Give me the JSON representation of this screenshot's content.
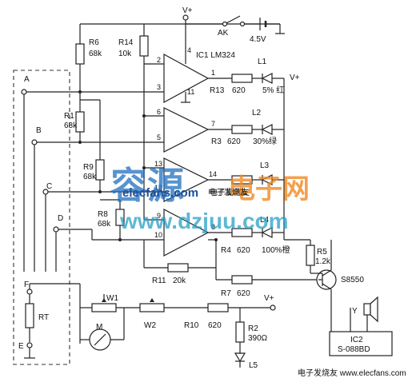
{
  "labels": {
    "vplus_top": "V+",
    "switch": "AK",
    "battery": "4.5V",
    "r6": "R6",
    "r6_val": "68k",
    "r14": "R14",
    "r14_val": "10k",
    "ic1": "IC1 LM324",
    "pin4": "4",
    "pin11": "11",
    "pin2": "2",
    "pin3": "3",
    "pin1": "1",
    "pin6": "6",
    "pin5": "5",
    "pin7": "7",
    "pin13": "13",
    "pin12": "12",
    "pin14": "14",
    "pin9": "9",
    "pin10": "10",
    "pin8": "8",
    "r13": "R13",
    "r13_val": "620",
    "l1": "L1",
    "l1_desc": "5% 红",
    "vout": "V+",
    "l2": "L2",
    "r3": "R3",
    "r3_val": "620",
    "l2_desc": "30%绿",
    "r1": "R1",
    "r1_val": "68k",
    "r9": "R9",
    "r9_val": "68k",
    "l3": "L3",
    "l3_desc": "电子发烧友",
    "r8": "R8",
    "r8_val": "68k",
    "l4": "L4",
    "r4": "R4",
    "r4_val": "620",
    "l4_desc": "100%橙",
    "r5": "R5",
    "r5_val": "1.2k",
    "r11": "R11",
    "r11_val": "20k",
    "s8550": "S8550",
    "r7": "R7",
    "r7_val": "620",
    "pa": "A",
    "pb": "B",
    "pc": "C",
    "pd": "D",
    "pf": "F",
    "pe": "E",
    "rt": "RT",
    "w1": "W1",
    "meter": "M",
    "w2": "W2",
    "r10": "R10",
    "r10_val": "620",
    "vplus_bottom": "V+",
    "r2": "R2",
    "r2_val": "390Ω",
    "l5": "L5",
    "speaker": "Y",
    "ic2": "IC2",
    "ic2_val": "S-088BD"
  },
  "watermarks": {
    "cn_logo": "容源",
    "cn_net": "电子网",
    "site": "www.dzjuu.com",
    "elecfans": "elecfans.com",
    "elecfans_cn": "电子发烧友",
    "bottom": "电子发烧友 www.elecfans.com"
  }
}
